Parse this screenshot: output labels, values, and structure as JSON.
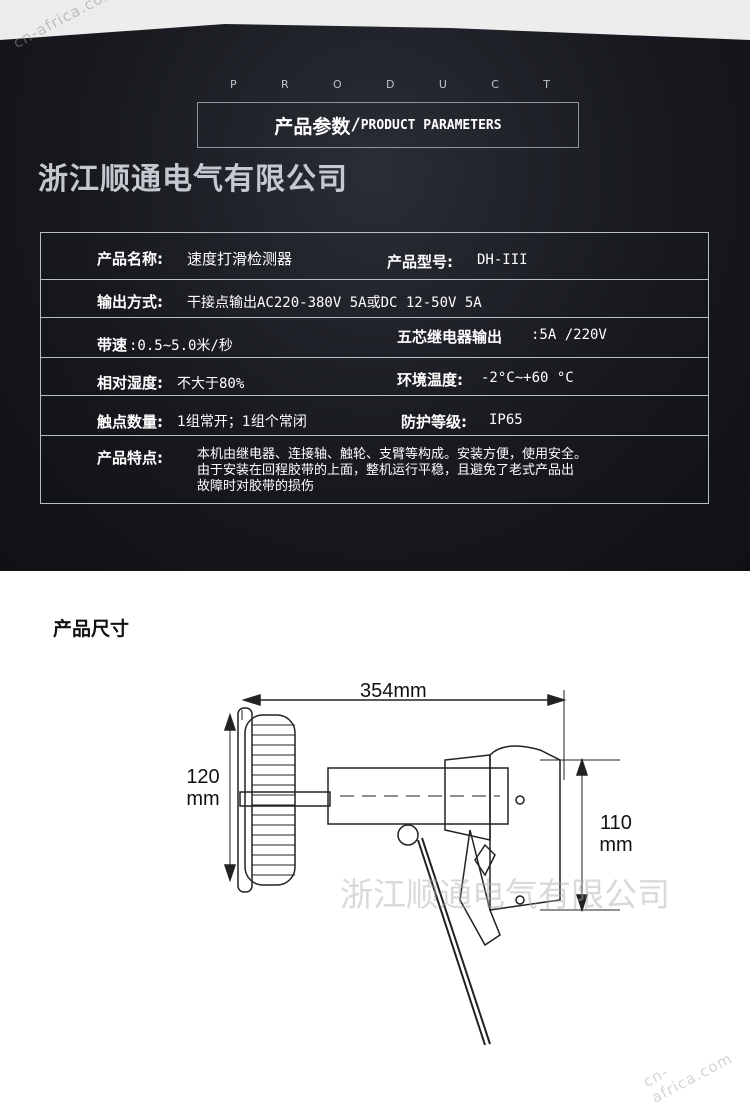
{
  "watermark": "cn-africa.com",
  "header": {
    "product_word": [
      "P",
      "R",
      "O",
      "D",
      "U",
      "C",
      "T"
    ],
    "title_cn": "产品参数",
    "title_sep": "/",
    "title_en": "PRODUCT PARAMETERS"
  },
  "company": "浙江顺通电气有限公司",
  "params": {
    "name_label": "产品名称:",
    "name_value": "速度打滑检测器",
    "model_label": "产品型号:",
    "model_value": "DH-III",
    "output_label": "输出方式:",
    "output_value": "干接点输出AC220-380V  5A或DC 12-50V  5A",
    "speed_label": "带速",
    "speed_value": ":0.5~5.0米/秒",
    "relay_label": "五芯继电器输出",
    "relay_value": ":5A /220V",
    "humidity_label": "相对湿度:",
    "humidity_value": "不大于80%",
    "env_label": "环境温度:",
    "env_value": "-2°C~+60 °C",
    "contact_label": "触点数量:",
    "contact_value": "1组常开；1组个常闭",
    "protect_label": "防护等级:",
    "protect_value": "IP65",
    "feature_label": "产品特点:",
    "feature_lines": [
      "本机由继电器、连接轴、触轮、支臂等构成。安装方便，使用安全。",
      "由于安装在回程胶带的上面，整机运行平稳，且避免了老式产品出",
      "故障时对胶带的损伤"
    ]
  },
  "dimensions": {
    "title": "产品尺寸",
    "width_label": "354mm",
    "left_label_1": "120",
    "left_label_2": "mm",
    "right_label_1": "110",
    "right_label_2": "mm"
  },
  "watermark_center": "浙江顺通电气有限公司"
}
